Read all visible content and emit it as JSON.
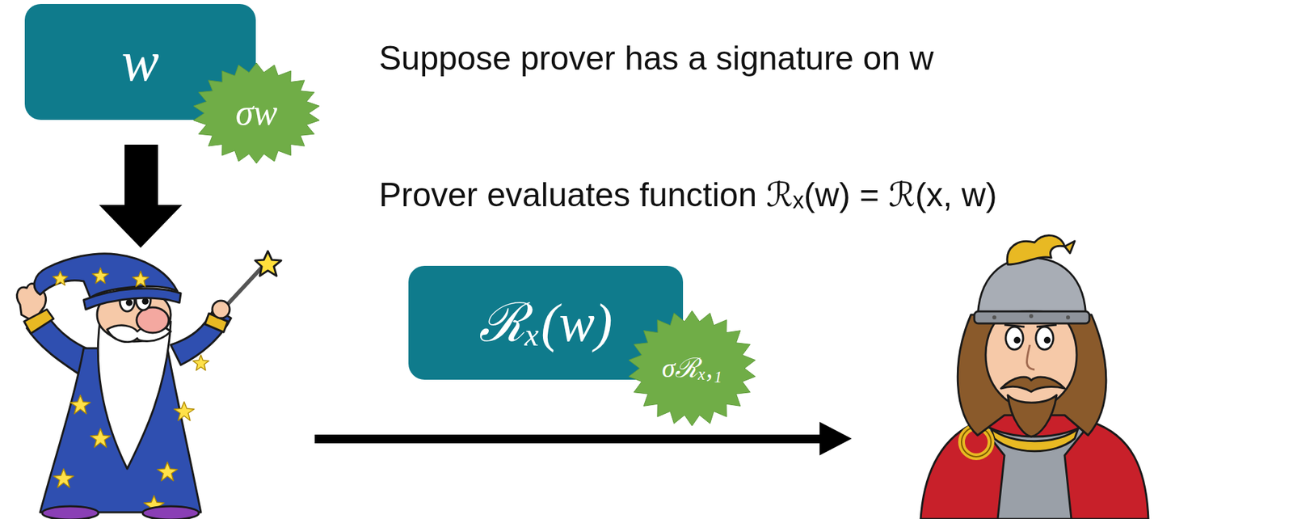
{
  "diagram": {
    "nodes": [
      {
        "text": [
          "w"
        ]
      },
      {
        "text": [
          "σw"
        ]
      },
      {
        "text": [
          "ℛₓ(w)"
        ]
      },
      {
        "text": [
          "σℛₓ,₁"
        ]
      }
    ],
    "labels": [
      "Suppose prover has a signature on w",
      "Prover evaluates function ℛₓ(w) = ℛ(x, w)"
    ]
  }
}
